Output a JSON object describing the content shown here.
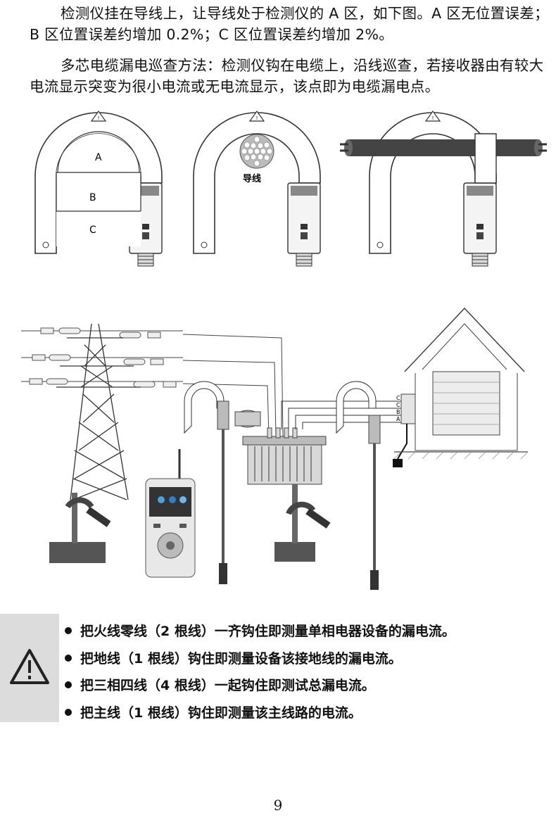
{
  "paragraphs": [
    "检测仪挂在导线上，让导线处于检测仪的 A 区，如下图。A 区无位置误差；B 区位置误差约增加 0.2%；C 区位置误差约增加 2%。",
    "多芯电缆漏电巡查方法：检测仪钩在电缆上，沿线巡查，若接收器由有较大电流显示突变为很小电流或无电流显示，该点即为电缆漏电点。"
  ],
  "clamp_diagram": {
    "zone_labels": [
      "A",
      "B",
      "C"
    ],
    "wire_label": "导线"
  },
  "system_diagram": {
    "phase_labels": [
      "C",
      "B",
      "A"
    ],
    "phase_labels_full": [
      "C",
      "C",
      "B",
      "A"
    ]
  },
  "warning_icon": "warning-triangle-icon",
  "notes": [
    "把火线零线（2 根线）一齐钩住即测量单相电器设备的漏电流。",
    "把地线（1 根线）钩住即测量设备该接地线的漏电流。",
    "把三相四线（4 根线）一起钩住即测试总漏电流。",
    "把主线（1 根线）钩住即测量该主线路的电流。"
  ],
  "page_number": "9"
}
